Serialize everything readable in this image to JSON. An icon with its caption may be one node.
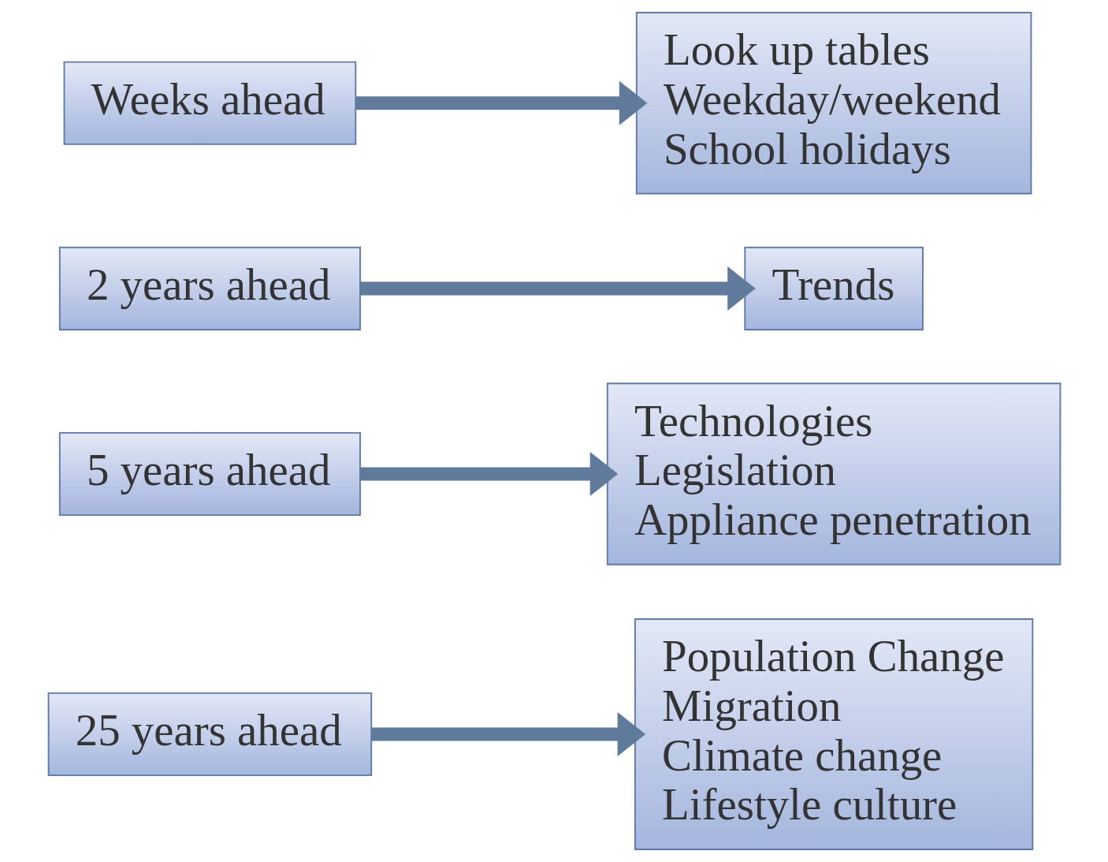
{
  "diagram": {
    "nodes": [
      {
        "text": [
          "Weeks ahead"
        ]
      },
      {
        "text": [
          "Look up tables",
          "Weekday/weekend",
          "School holidays"
        ]
      },
      {
        "text": [
          "2 years ahead"
        ]
      },
      {
        "text": [
          "Trends"
        ]
      },
      {
        "text": [
          "5 years ahead"
        ]
      },
      {
        "text": [
          "Technologies",
          "Legislation",
          "Appliance penetration"
        ]
      },
      {
        "text": [
          "25 years ahead"
        ]
      },
      {
        "text": [
          "Population Change",
          "Migration",
          "Climate change",
          "Lifestyle culture"
        ]
      }
    ],
    "edges": [
      {
        "from": 0,
        "to": 1,
        "arrow": "to"
      },
      {
        "from": 2,
        "to": 3,
        "arrow": "to"
      },
      {
        "from": 4,
        "to": 5,
        "arrow": "to"
      },
      {
        "from": 6,
        "to": 7,
        "arrow": "to"
      }
    ]
  }
}
